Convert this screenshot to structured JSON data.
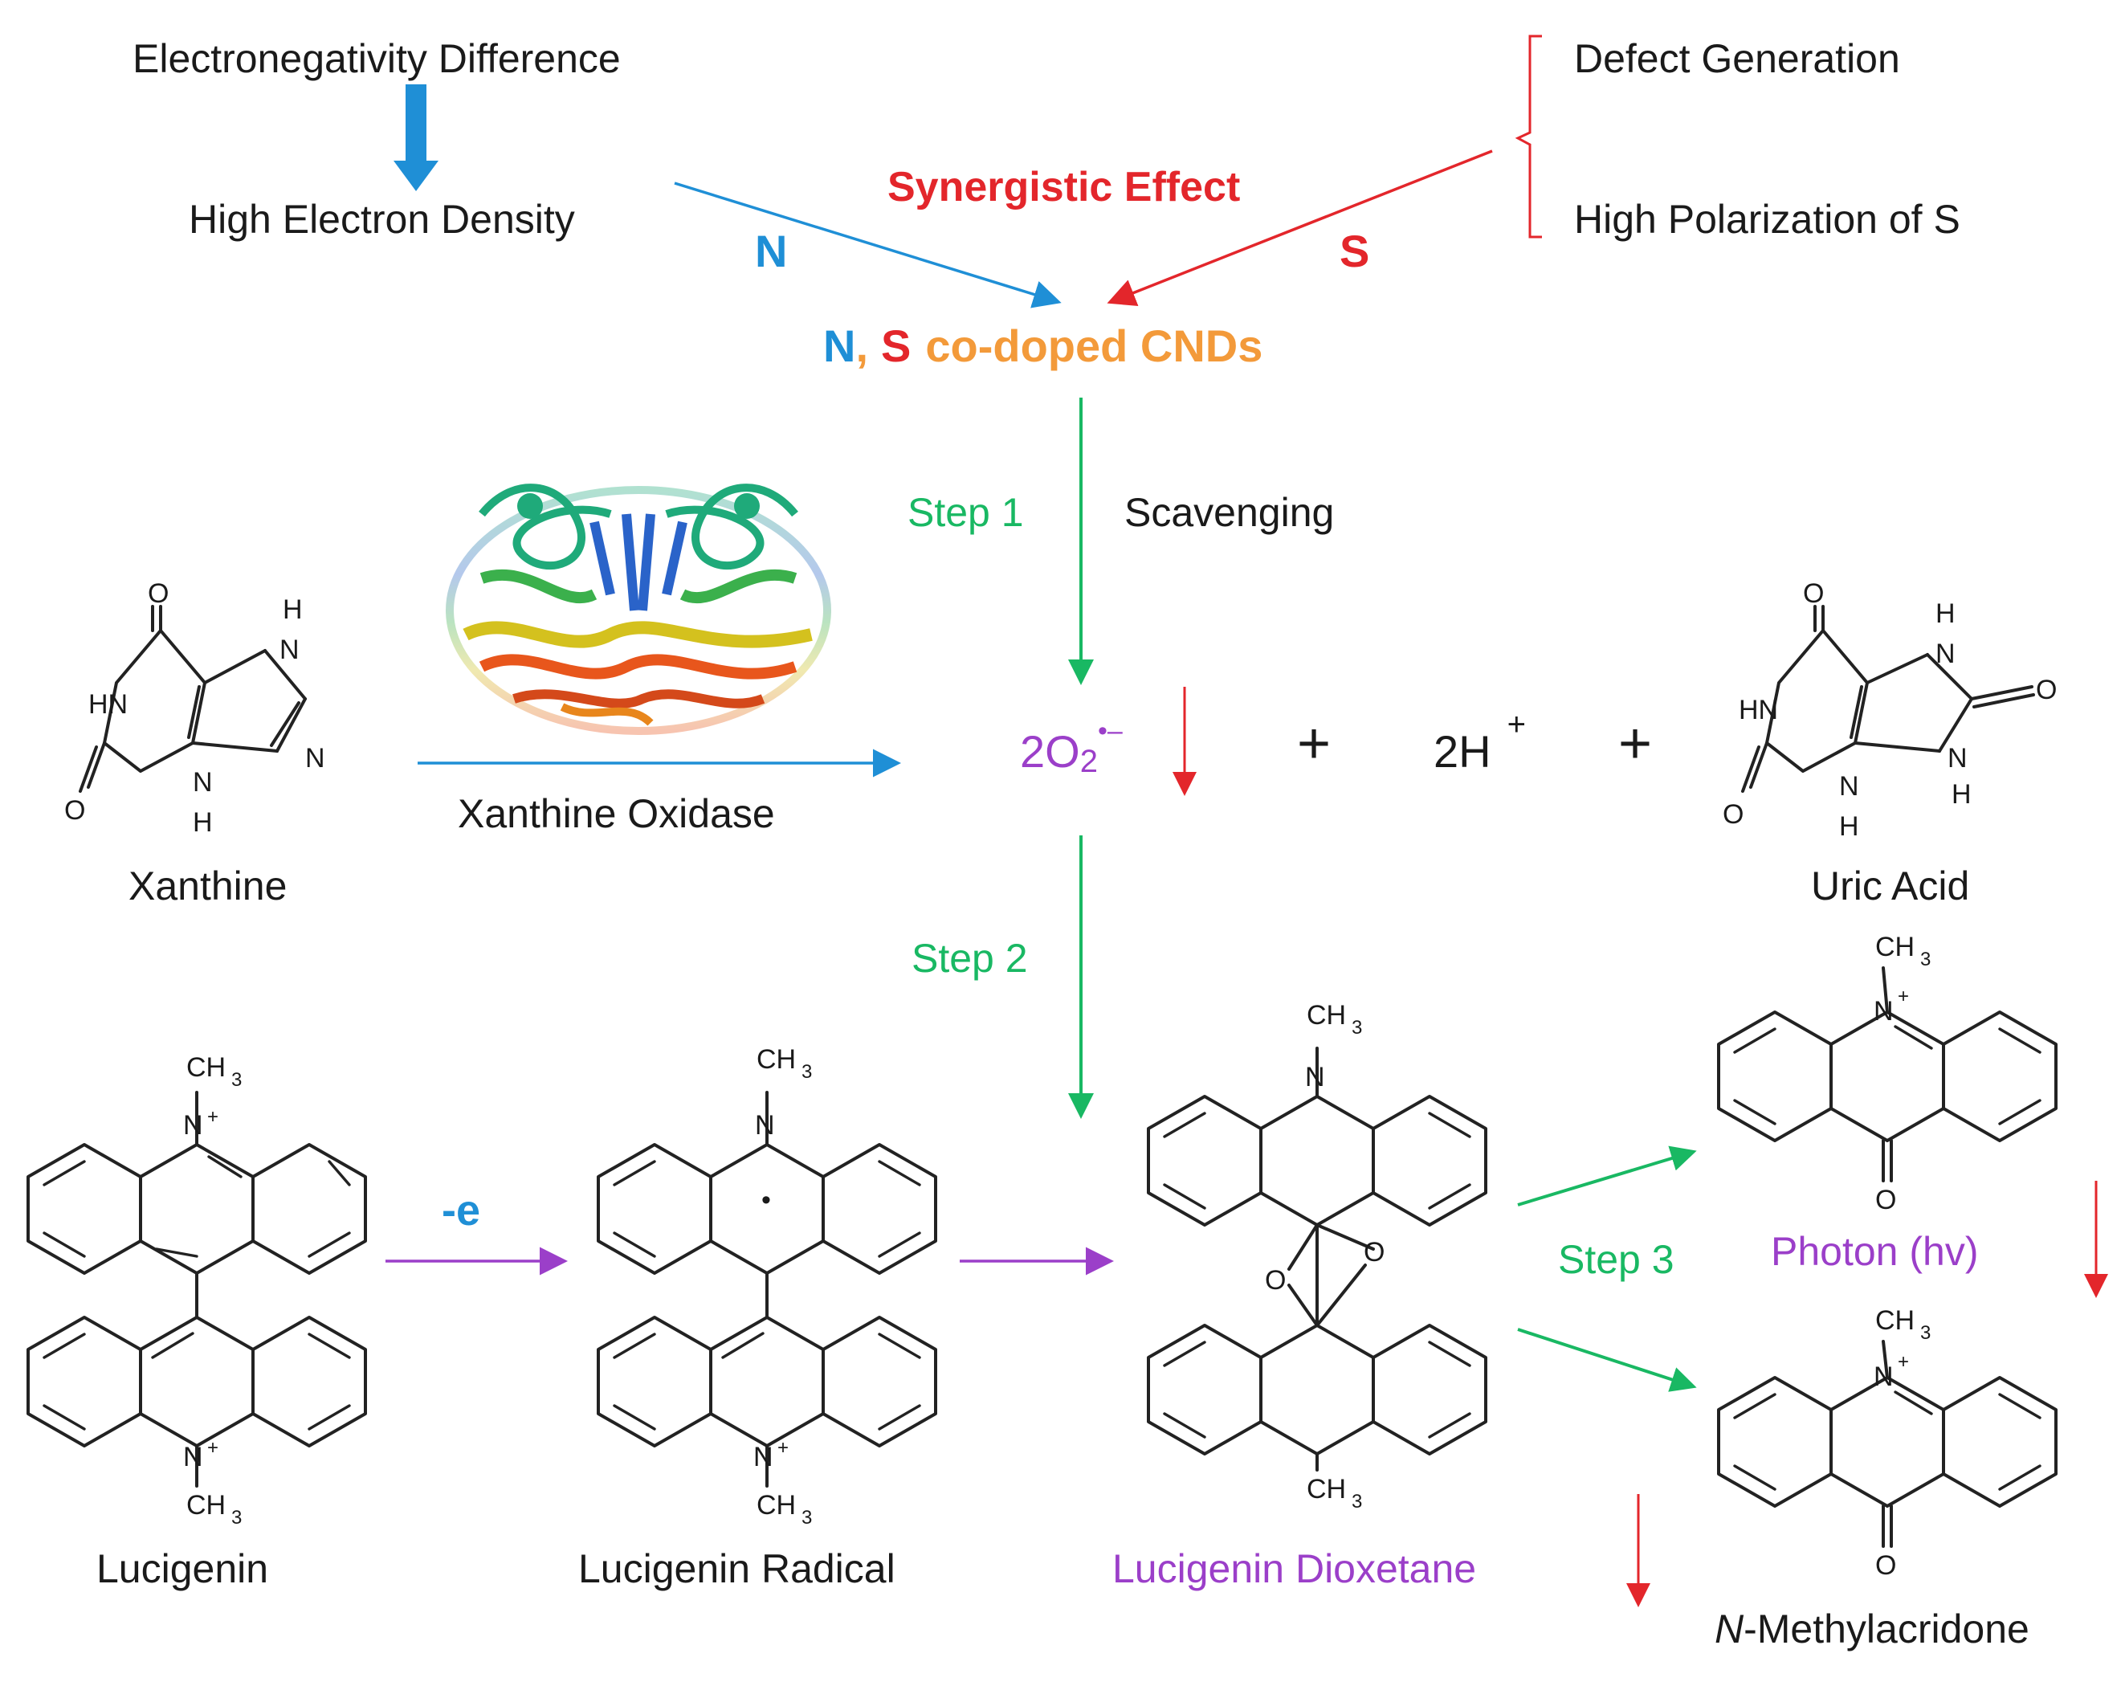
{
  "colors": {
    "blue": "#1f8fd6",
    "red": "#e3262b",
    "orange": "#f39a3a",
    "green": "#19b863",
    "purple": "#9b3fc9",
    "black": "#1a1a1a"
  },
  "top": {
    "electronegativity": "Electronegativity  Difference",
    "high_density": "High Electron Density",
    "defect": "Defect Generation",
    "polarization": "High Polarization of S",
    "synergistic": "Synergistic Effect",
    "n_label": "N",
    "s_label": "S",
    "title_n": "N",
    "title_comma": ",",
    "title_s": "S",
    "title_rest": "co-doped  CNDs"
  },
  "steps": {
    "step1": "Step 1",
    "scavenging": "Scavenging",
    "step2": "Step 2",
    "step3": "Step 3",
    "minus_e": "-e"
  },
  "reaction": {
    "superoxide": "2O",
    "superoxide_sub": "2",
    "superoxide_sup": "•–",
    "plus1": "+",
    "h_plus": "2H",
    "h_plus_sup": "+",
    "plus2": "+",
    "xanthine_oxidase": "Xanthine Oxidase",
    "xanthine": "Xanthine",
    "uric_acid": "Uric Acid"
  },
  "molecules": {
    "lucigenin": "Lucigenin",
    "lucigenin_radical": "Lucigenin Radical",
    "lucigenin_dioxetane": "Lucigenin Dioxetane",
    "photon": "Photon (hv)",
    "methylacridone_italic": "N",
    "methylacridone_rest": "-Methylacridone"
  },
  "atoms": {
    "o": "O",
    "h": "H",
    "n": "N",
    "hn": "HN",
    "ch": "CH",
    "three": "3",
    "plus": "+",
    "dot": "•"
  },
  "icons": {
    "enzyme": "protein-structure-icon"
  }
}
